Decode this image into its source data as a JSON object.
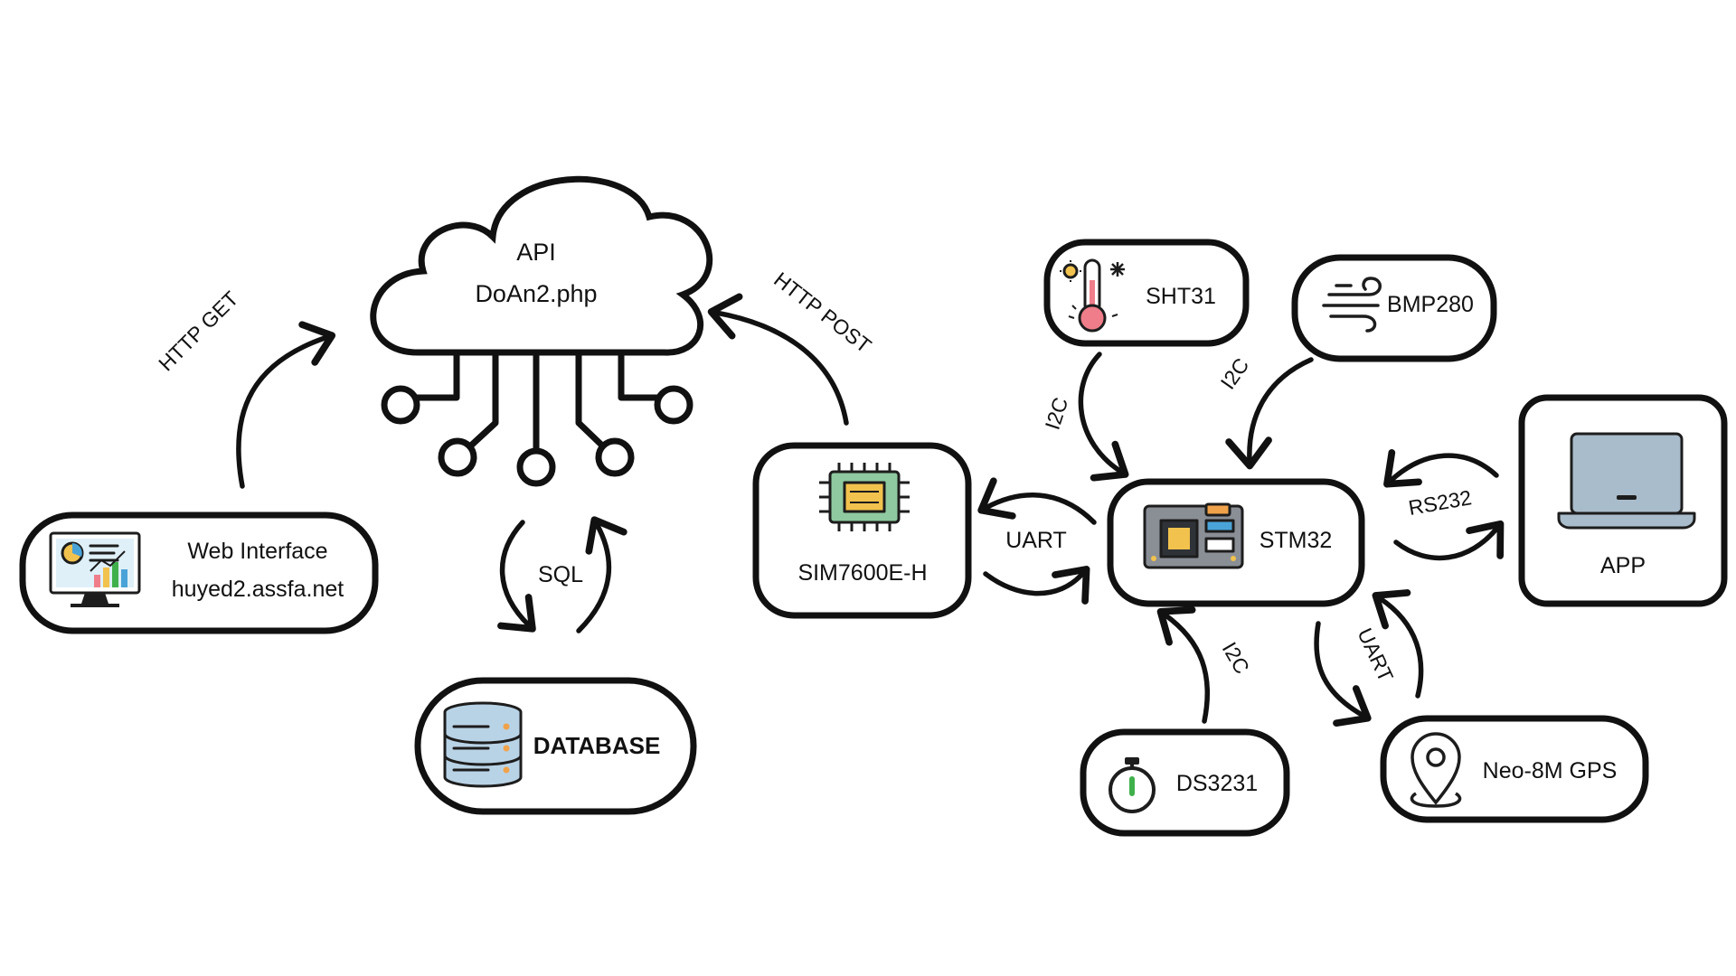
{
  "cloud": {
    "line1": "API",
    "line2": "DoAn2.php"
  },
  "nodes": {
    "web_interface": {
      "title": "Web Interface",
      "subtitle": "huyed2.assfa.net"
    },
    "database": {
      "label": "DATABASE"
    },
    "sim7600": {
      "label": "SIM7600E-H"
    },
    "stm32": {
      "label": "STM32"
    },
    "sht31": {
      "label": "SHT31"
    },
    "bmp280": {
      "label": "BMP280"
    },
    "app": {
      "label": "APP"
    },
    "ds3231": {
      "label": "DS3231"
    },
    "gps": {
      "label": "Neo-8M GPS"
    }
  },
  "links": {
    "http_get": "HTTP GET",
    "http_post": "HTTP POST",
    "sql": "SQL",
    "uart_sim": "UART",
    "i2c_sht31": "I2C",
    "i2c_bmp280": "I2C",
    "rs232": "RS232",
    "i2c_ds3231": "I2C",
    "uart_gps": "UART"
  },
  "icons": {
    "web_interface": "dashboard-monitor-icon",
    "database": "database-server-icon",
    "sim7600": "chip-icon",
    "stm32": "circuit-board-icon",
    "sht31": "thermometer-icon",
    "bmp280": "wind-icon",
    "app": "laptop-icon",
    "ds3231": "stopwatch-icon",
    "gps": "location-pin-icon"
  },
  "colors": {
    "stroke": "#111111",
    "chip_green": "#8fc9a0",
    "chip_gold": "#f1c24d",
    "thermo_red": "#ef7e8a",
    "db_blue": "#b9d3e6",
    "laptop_gray": "#a9bccb",
    "board_gray": "#8a8f96",
    "board_orange": "#f0a24b",
    "board_blue": "#4aa3d8",
    "stopwatch_green": "#3fb04b"
  }
}
